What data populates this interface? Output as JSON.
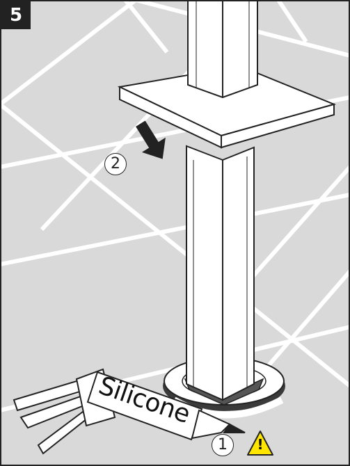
{
  "step_number": "5",
  "callouts": {
    "lower_pipe": "2",
    "sealant": "1"
  },
  "sealant_tube_label": "Silicone",
  "warning_icon": "warning-triangle-icon",
  "colors": {
    "floor": "#d9d9d9",
    "tile_joint": "#ffffff",
    "outline": "#222222",
    "warning_fill": "#ffe600",
    "step_badge": "#222222"
  }
}
